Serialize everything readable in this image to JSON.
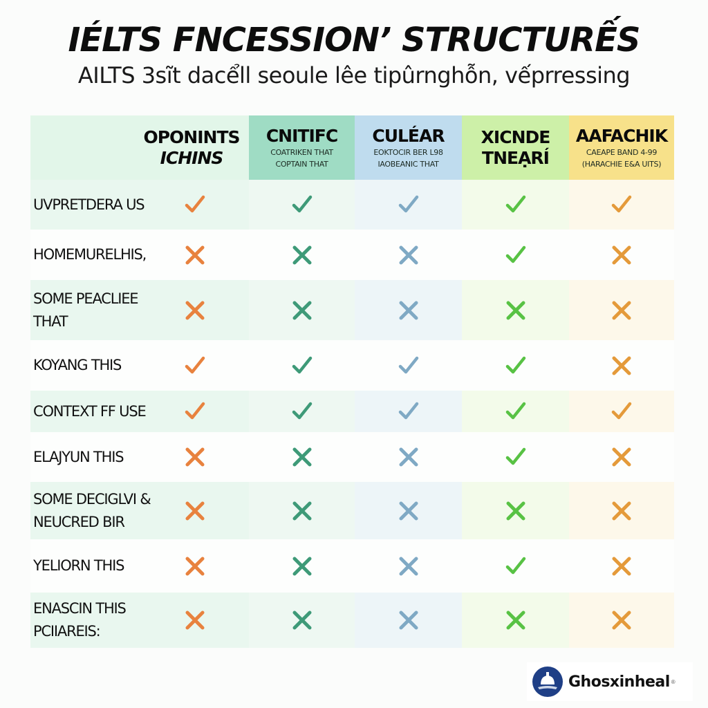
{
  "header": {
    "title": "IÉLTS FNCESSION’ STRUCTURẾS",
    "subtitle": "AILTS 3sĩt dacểll seoule lêe tipûrnghỗn, vếprressing"
  },
  "table": {
    "label_column": {
      "line1": "OPONINTS",
      "line2": "ICHINS",
      "color": "#e2f6e9"
    },
    "columns": [
      {
        "title": "CNITIFC",
        "sub1": "COATRIKEN THAT",
        "sub2": "COPTAIN THAT",
        "color": "#9fdcc4",
        "icon_color": "#3e9a78"
      },
      {
        "title": "CULÉAR",
        "sub1": "EOKTOCIR BER L98",
        "sub2": "IAOBEANIC THAT",
        "color": "#bfdcee",
        "icon_color": "#7fa9c4"
      },
      {
        "title": "XICNDE",
        "line2": "TNEẠRÍ",
        "sub1": "",
        "sub2": "",
        "color": "#cdf0a8",
        "icon_color": "#58c244"
      },
      {
        "title": "AAFACHIK",
        "sub1": "CAEAPE BAND 4-99",
        "sub2": "(HARACHIE E&A UITS)",
        "color": "#f7e18a",
        "icon_color": "#e49a3a"
      }
    ],
    "first_icon_color": "#e8823e",
    "rows": [
      {
        "label": "UVPRETDERA US",
        "values": [
          "check",
          "check",
          "check",
          "check",
          "check"
        ]
      },
      {
        "label": "HOMEMURELHIS,",
        "values": [
          "cross",
          "cross",
          "cross",
          "check",
          "cross"
        ]
      },
      {
        "label": "SOME PEACLIEE THAT",
        "values": [
          "cross",
          "cross",
          "cross",
          "cross",
          "cross"
        ]
      },
      {
        "label": "KOYANG THIS",
        "values": [
          "check",
          "check",
          "check",
          "check",
          "cross"
        ]
      },
      {
        "label": "CONTEXT FF USE",
        "values": [
          "check",
          "check",
          "check",
          "check",
          "check"
        ]
      },
      {
        "label": "ELAJYUN THIS",
        "values": [
          "cross",
          "cross",
          "cross",
          "check",
          "cross"
        ]
      },
      {
        "label": "SOME DECIGLVI & NEUCRED BIR",
        "values": [
          "cross",
          "cross",
          "cross",
          "cross",
          "cross"
        ]
      },
      {
        "label": "YELIORN THIS",
        "values": [
          "cross",
          "cross",
          "cross",
          "check",
          "cross"
        ]
      },
      {
        "label": "ENASCIN THIS PCIIAREIS:",
        "values": [
          "cross",
          "cross",
          "cross",
          "cross",
          "cross"
        ]
      }
    ]
  },
  "footer": {
    "logo_text": "Ghosxinheal",
    "logo_reg": "®",
    "logo_icon": "building-dome-icon",
    "logo_color": "#1f3f86"
  }
}
